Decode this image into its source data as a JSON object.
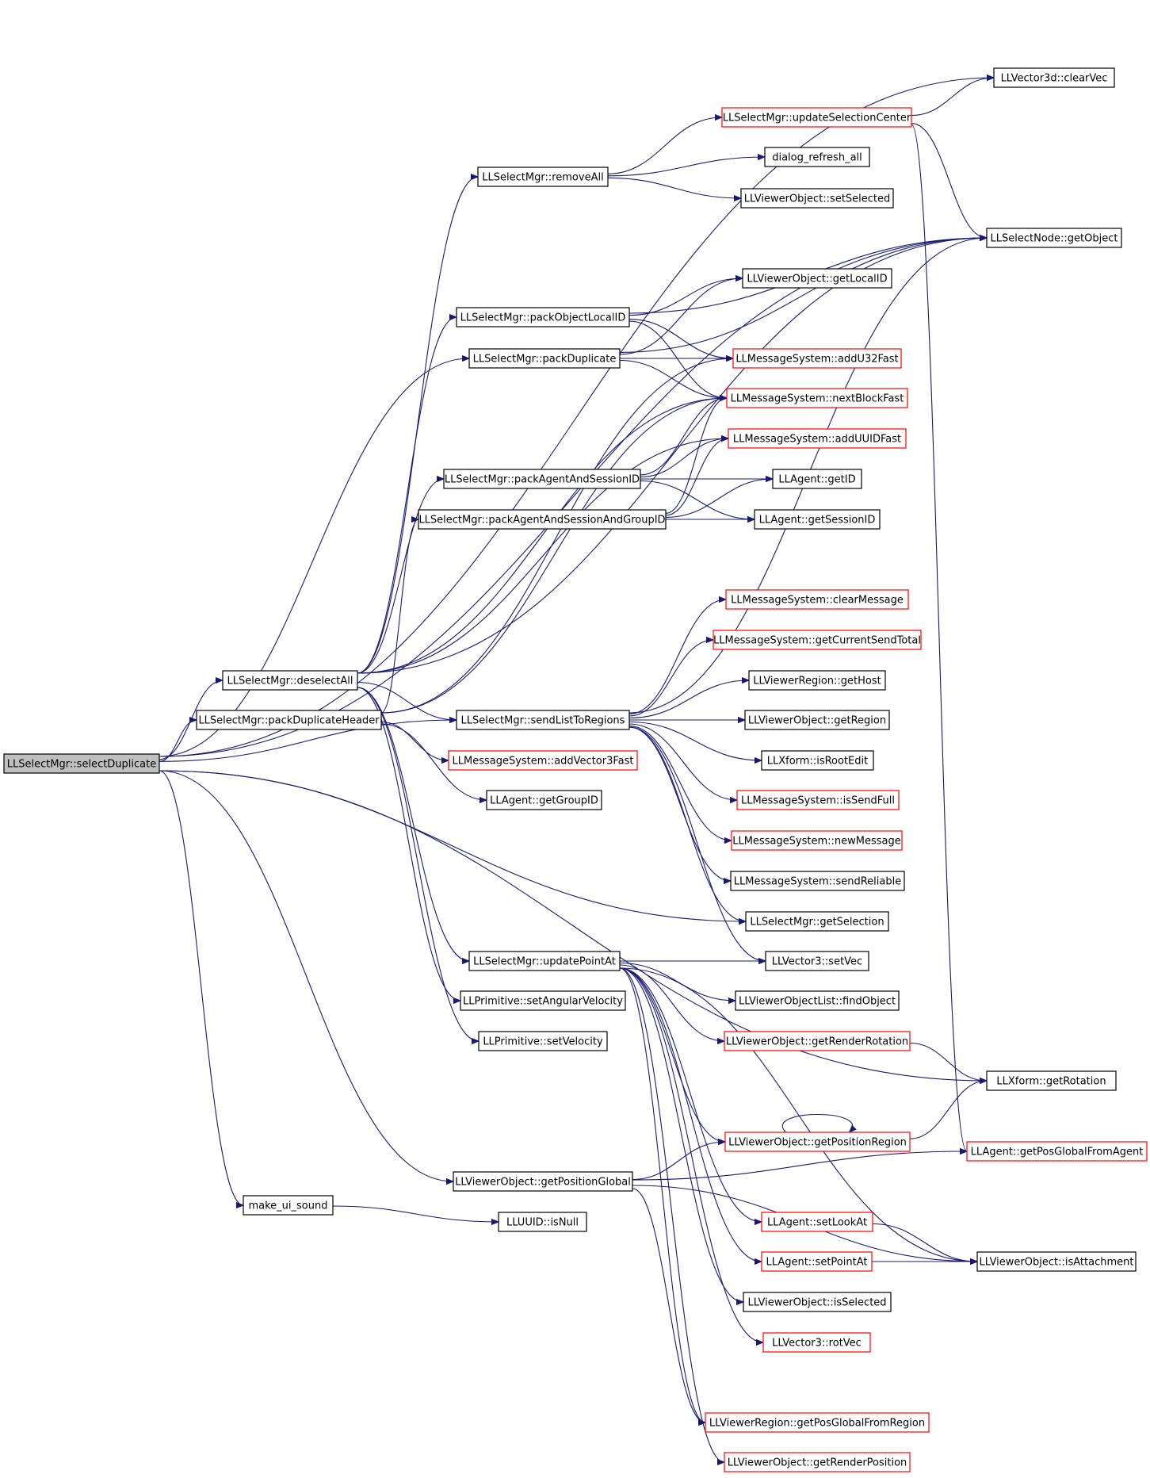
{
  "colors": {
    "edge": "#191970",
    "normal_border": "#000000",
    "truncated_border": "#ff0000",
    "root_fill": "#bfbfbf",
    "node_fill": "#ffffff"
  },
  "nodes": [
    {
      "id": "selectDuplicate",
      "label": "LLSelectMgr::selectDuplicate",
      "kind": "root"
    },
    {
      "id": "deselectAll",
      "label": "LLSelectMgr::deselectAll",
      "kind": "normal"
    },
    {
      "id": "packDuplicateHeader",
      "label": "LLSelectMgr::packDuplicateHeader",
      "kind": "normal"
    },
    {
      "id": "make_ui_sound",
      "label": "make_ui_sound",
      "kind": "normal"
    },
    {
      "id": "removeAll",
      "label": "LLSelectMgr::removeAll",
      "kind": "normal"
    },
    {
      "id": "packObjectLocalID",
      "label": "LLSelectMgr::packObjectLocalID",
      "kind": "normal"
    },
    {
      "id": "packDuplicate",
      "label": "LLSelectMgr::packDuplicate",
      "kind": "normal"
    },
    {
      "id": "packAgentAndSessionID",
      "label": "LLSelectMgr::packAgentAndSessionID",
      "kind": "normal"
    },
    {
      "id": "packAgentAndSessionAndGroupID",
      "label": "LLSelectMgr::packAgentAndSessionAndGroupID",
      "kind": "normal"
    },
    {
      "id": "sendListToRegions",
      "label": "LLSelectMgr::sendListToRegions",
      "kind": "normal"
    },
    {
      "id": "addVector3Fast",
      "label": "LLMessageSystem::addVector3Fast",
      "kind": "truncated"
    },
    {
      "id": "getGroupID",
      "label": "LLAgent::getGroupID",
      "kind": "normal"
    },
    {
      "id": "updatePointAt",
      "label": "LLSelectMgr::updatePointAt",
      "kind": "normal"
    },
    {
      "id": "setAngularVelocity",
      "label": "LLPrimitive::setAngularVelocity",
      "kind": "normal"
    },
    {
      "id": "setVelocity",
      "label": "LLPrimitive::setVelocity",
      "kind": "normal"
    },
    {
      "id": "getPositionGlobal",
      "label": "LLViewerObject::getPositionGlobal",
      "kind": "normal"
    },
    {
      "id": "isNull",
      "label": "LLUUID::isNull",
      "kind": "normal"
    },
    {
      "id": "updateSelectionCenter",
      "label": "LLSelectMgr::updateSelectionCenter",
      "kind": "truncated"
    },
    {
      "id": "dialog_refresh_all",
      "label": "dialog_refresh_all",
      "kind": "normal"
    },
    {
      "id": "setSelected",
      "label": "LLViewerObject::setSelected",
      "kind": "normal"
    },
    {
      "id": "getLocalID",
      "label": "LLViewerObject::getLocalID",
      "kind": "normal"
    },
    {
      "id": "addU32Fast",
      "label": "LLMessageSystem::addU32Fast",
      "kind": "truncated"
    },
    {
      "id": "nextBlockFast",
      "label": "LLMessageSystem::nextBlockFast",
      "kind": "truncated"
    },
    {
      "id": "addUUIDFast",
      "label": "LLMessageSystem::addUUIDFast",
      "kind": "truncated"
    },
    {
      "id": "getID",
      "label": "LLAgent::getID",
      "kind": "normal"
    },
    {
      "id": "getSessionID",
      "label": "LLAgent::getSessionID",
      "kind": "normal"
    },
    {
      "id": "clearMessage",
      "label": "LLMessageSystem::clearMessage",
      "kind": "truncated"
    },
    {
      "id": "getCurrentSendTotal",
      "label": "LLMessageSystem::getCurrentSendTotal",
      "kind": "truncated"
    },
    {
      "id": "getHost",
      "label": "LLViewerRegion::getHost",
      "kind": "normal"
    },
    {
      "id": "getRegion",
      "label": "LLViewerObject::getRegion",
      "kind": "normal"
    },
    {
      "id": "isRootEdit",
      "label": "LLXform::isRootEdit",
      "kind": "normal"
    },
    {
      "id": "isSendFull",
      "label": "LLMessageSystem::isSendFull",
      "kind": "truncated"
    },
    {
      "id": "newMessage",
      "label": "LLMessageSystem::newMessage",
      "kind": "truncated"
    },
    {
      "id": "sendReliable",
      "label": "LLMessageSystem::sendReliable",
      "kind": "normal"
    },
    {
      "id": "getSelection",
      "label": "LLSelectMgr::getSelection",
      "kind": "normal"
    },
    {
      "id": "setVec",
      "label": "LLVector3::setVec",
      "kind": "normal"
    },
    {
      "id": "findObject",
      "label": "LLViewerObjectList::findObject",
      "kind": "normal"
    },
    {
      "id": "getRenderRotation",
      "label": "LLViewerObject::getRenderRotation",
      "kind": "truncated"
    },
    {
      "id": "getPositionRegion",
      "label": "LLViewerObject::getPositionRegion",
      "kind": "truncated"
    },
    {
      "id": "setLookAt",
      "label": "LLAgent::setLookAt",
      "kind": "truncated"
    },
    {
      "id": "setPointAt",
      "label": "LLAgent::setPointAt",
      "kind": "truncated"
    },
    {
      "id": "isSelected",
      "label": "LLViewerObject::isSelected",
      "kind": "normal"
    },
    {
      "id": "rotVec",
      "label": "LLVector3::rotVec",
      "kind": "truncated"
    },
    {
      "id": "getPosGlobalFromRegion",
      "label": "LLViewerRegion::getPosGlobalFromRegion",
      "kind": "truncated"
    },
    {
      "id": "getRenderPosition",
      "label": "LLViewerObject::getRenderPosition",
      "kind": "truncated"
    },
    {
      "id": "clearVec",
      "label": "LLVector3d::clearVec",
      "kind": "normal"
    },
    {
      "id": "getObject",
      "label": "LLSelectNode::getObject",
      "kind": "normal"
    },
    {
      "id": "getRotation",
      "label": "LLXform::getRotation",
      "kind": "normal"
    },
    {
      "id": "getPosGlobalFromAgent",
      "label": "LLAgent::getPosGlobalFromAgent",
      "kind": "truncated"
    },
    {
      "id": "isAttachment",
      "label": "LLViewerObject::isAttachment",
      "kind": "normal"
    }
  ],
  "edges": [
    [
      "selectDuplicate",
      "deselectAll"
    ],
    [
      "selectDuplicate",
      "packDuplicateHeader"
    ],
    [
      "selectDuplicate",
      "sendListToRegions"
    ],
    [
      "selectDuplicate",
      "getSelection"
    ],
    [
      "selectDuplicate",
      "make_ui_sound"
    ],
    [
      "selectDuplicate",
      "getPositionGlobal"
    ],
    [
      "selectDuplicate",
      "getRotation"
    ],
    [
      "selectDuplicate",
      "packDuplicate"
    ],
    [
      "selectDuplicate",
      "clearVec"
    ],
    [
      "selectDuplicate",
      "getObject"
    ],
    [
      "deselectAll",
      "removeAll"
    ],
    [
      "deselectAll",
      "packObjectLocalID"
    ],
    [
      "deselectAll",
      "packAgentAndSessionID"
    ],
    [
      "deselectAll",
      "sendListToRegions"
    ],
    [
      "deselectAll",
      "updatePointAt"
    ],
    [
      "deselectAll",
      "setAngularVelocity"
    ],
    [
      "deselectAll",
      "setVelocity"
    ],
    [
      "deselectAll",
      "getObject"
    ],
    [
      "deselectAll",
      "nextBlockFast"
    ],
    [
      "deselectAll",
      "addUUIDFast"
    ],
    [
      "packDuplicateHeader",
      "packAgentAndSessionAndGroupID"
    ],
    [
      "packDuplicateHeader",
      "addVector3Fast"
    ],
    [
      "packDuplicateHeader",
      "getGroupID"
    ],
    [
      "packDuplicateHeader",
      "nextBlockFast"
    ],
    [
      "packDuplicateHeader",
      "addU32Fast"
    ],
    [
      "make_ui_sound",
      "isNull"
    ],
    [
      "removeAll",
      "updateSelectionCenter"
    ],
    [
      "removeAll",
      "dialog_refresh_all"
    ],
    [
      "removeAll",
      "setSelected"
    ],
    [
      "packObjectLocalID",
      "getObject"
    ],
    [
      "packObjectLocalID",
      "getLocalID"
    ],
    [
      "packObjectLocalID",
      "addU32Fast"
    ],
    [
      "packObjectLocalID",
      "nextBlockFast"
    ],
    [
      "packDuplicate",
      "getLocalID"
    ],
    [
      "packDuplicate",
      "addU32Fast"
    ],
    [
      "packDuplicate",
      "nextBlockFast"
    ],
    [
      "packDuplicate",
      "getObject"
    ],
    [
      "packAgentAndSessionID",
      "nextBlockFast"
    ],
    [
      "packAgentAndSessionID",
      "addUUIDFast"
    ],
    [
      "packAgentAndSessionID",
      "getID"
    ],
    [
      "packAgentAndSessionID",
      "getSessionID"
    ],
    [
      "packAgentAndSessionAndGroupID",
      "addUUIDFast"
    ],
    [
      "packAgentAndSessionAndGroupID",
      "getID"
    ],
    [
      "packAgentAndSessionAndGroupID",
      "getSessionID"
    ],
    [
      "packAgentAndSessionAndGroupID",
      "nextBlockFast"
    ],
    [
      "sendListToRegions",
      "clearMessage"
    ],
    [
      "sendListToRegions",
      "getCurrentSendTotal"
    ],
    [
      "sendListToRegions",
      "getHost"
    ],
    [
      "sendListToRegions",
      "getRegion"
    ],
    [
      "sendListToRegions",
      "isRootEdit"
    ],
    [
      "sendListToRegions",
      "isSendFull"
    ],
    [
      "sendListToRegions",
      "newMessage"
    ],
    [
      "sendListToRegions",
      "sendReliable"
    ],
    [
      "sendListToRegions",
      "getSelection"
    ],
    [
      "sendListToRegions",
      "setVec"
    ],
    [
      "sendListToRegions",
      "getObject"
    ],
    [
      "updatePointAt",
      "setVec"
    ],
    [
      "updatePointAt",
      "findObject"
    ],
    [
      "updatePointAt",
      "getRenderRotation"
    ],
    [
      "updatePointAt",
      "getPositionRegion"
    ],
    [
      "updatePointAt",
      "setLookAt"
    ],
    [
      "updatePointAt",
      "setPointAt"
    ],
    [
      "updatePointAt",
      "isSelected"
    ],
    [
      "updatePointAt",
      "rotVec"
    ],
    [
      "updatePointAt",
      "getPosGlobalFromRegion"
    ],
    [
      "updatePointAt",
      "getRenderPosition"
    ],
    [
      "updatePointAt",
      "isAttachment"
    ],
    [
      "getPositionGlobal",
      "getPositionRegion"
    ],
    [
      "getPositionGlobal",
      "getPosGlobalFromAgent"
    ],
    [
      "getPositionGlobal",
      "getPosGlobalFromRegion"
    ],
    [
      "getPositionGlobal",
      "isAttachment"
    ],
    [
      "updateSelectionCenter",
      "clearVec"
    ],
    [
      "updateSelectionCenter",
      "getObject"
    ],
    [
      "updateSelectionCenter",
      "getPosGlobalFromAgent"
    ],
    [
      "getRenderRotation",
      "getRotation"
    ],
    [
      "getPositionRegion",
      "getRotation"
    ],
    [
      "getPositionRegion",
      "getPositionRegion"
    ],
    [
      "setLookAt",
      "isAttachment"
    ],
    [
      "setPointAt",
      "isAttachment"
    ]
  ]
}
